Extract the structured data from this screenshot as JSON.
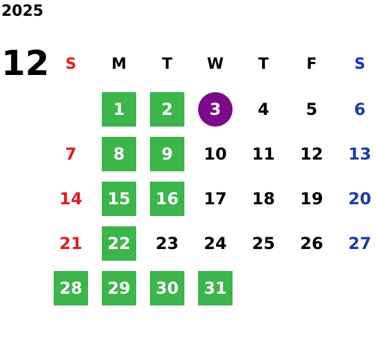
{
  "calendar": {
    "year": "2025",
    "month": "12",
    "weekdays": [
      "S",
      "M",
      "T",
      "W",
      "T",
      "F",
      "S"
    ],
    "days": [
      "",
      "1",
      "2",
      "3",
      "4",
      "5",
      "6",
      "7",
      "8",
      "9",
      "10",
      "11",
      "12",
      "13",
      "14",
      "15",
      "16",
      "17",
      "18",
      "19",
      "20",
      "21",
      "22",
      "23",
      "24",
      "25",
      "26",
      "27",
      "28",
      "29",
      "30",
      "31",
      "",
      "",
      ""
    ],
    "marked_days": [
      "1",
      "2",
      "8",
      "9",
      "15",
      "16",
      "22",
      "28",
      "29",
      "30",
      "31"
    ],
    "today": "3",
    "colors": {
      "marked": "#3cb54a",
      "today": "#7b0a8a",
      "sunday": "#e01e1e",
      "saturday": "#1a3ea8"
    }
  }
}
